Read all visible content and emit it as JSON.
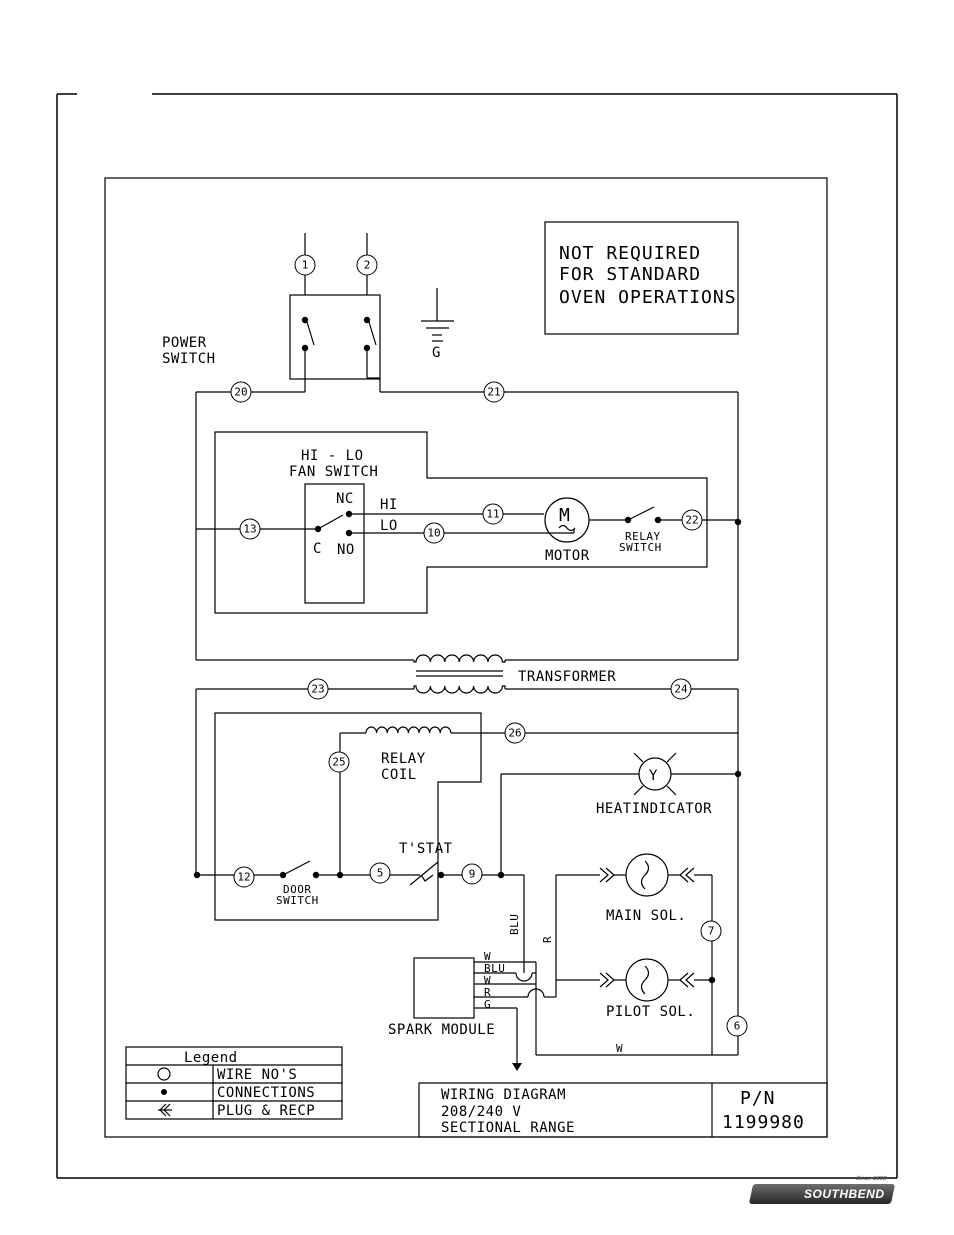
{
  "note_box": {
    "lines": [
      "NOT REQUIRED",
      "FOR STANDARD",
      "OVEN OPERATIONS"
    ]
  },
  "labels": {
    "power_switch": [
      "POWER",
      "SWITCH"
    ],
    "ground": "G",
    "fan_switch": [
      "HI - LO",
      "FAN SWITCH"
    ],
    "nc": "NC",
    "no": "NO",
    "c": "C",
    "hi": "HI",
    "lo": "LO",
    "motor_symbol": "M",
    "motor": "MOTOR",
    "relay_switch": [
      "RELAY",
      "SWITCH"
    ],
    "transformer": "TRANSFORMER",
    "relay_coil": [
      "RELAY",
      "COIL"
    ],
    "heat_symbol": "Y",
    "heat_indicator": "HEATINDICATOR",
    "tstat": "T'STAT",
    "door_switch": [
      "DOOR",
      "SWITCH"
    ],
    "main_sol": "MAIN SOL.",
    "pilot_sol": "PILOT SOL.",
    "spark_module": "SPARK MODULE",
    "spark_terminals": [
      "W",
      "BLU",
      "W",
      "R",
      "G"
    ],
    "wire_blu": "BLU",
    "wire_r": "R",
    "wire_w": "W"
  },
  "wire_numbers": {
    "w1": "1",
    "w2": "2",
    "w20": "20",
    "w21": "21",
    "w13": "13",
    "w11": "11",
    "w10": "10",
    "w22": "22",
    "w23": "23",
    "w24": "24",
    "w26": "26",
    "w25": "25",
    "w12": "12",
    "w5": "5",
    "w9": "9",
    "w7": "7",
    "w6": "6"
  },
  "legend": {
    "title": "Legend",
    "items": [
      {
        "symbol": "circle",
        "text": "WIRE NO'S"
      },
      {
        "symbol": "dot",
        "text": "CONNECTIONS"
      },
      {
        "symbol": "plug",
        "text": "PLUG & RECP"
      }
    ]
  },
  "title_block": {
    "lines": [
      "WIRING DIAGRAM",
      "208/240  V",
      "SECTIONAL  RANGE"
    ],
    "pn_label": "P/N",
    "pn_value": "1199980"
  },
  "brand": {
    "name": "SOUTHBEND",
    "since": "Since 1898"
  }
}
